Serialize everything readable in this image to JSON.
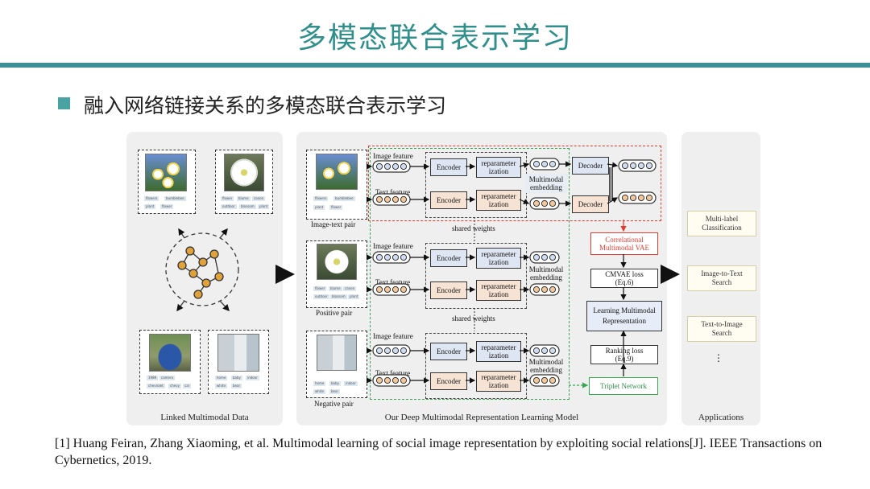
{
  "slide": {
    "title": "多模态联合表示学习",
    "subtitle": "融入网络链接关系的多模态联合表示学习",
    "reference": "[1] Huang Feiran, Zhang Xiaoming, et al. Multimodal learning of social image representation by exploiting social relations[J]. IEEE Transactions on Cybernetics, 2019."
  },
  "panels": {
    "left_caption": "Linked Multimodal Data",
    "middle_caption": "Our Deep Multimodal Representation Learning Model",
    "right_caption": "Applications"
  },
  "left_tags": {
    "daisy": [
      "flowers",
      "bumblebee",
      "plant",
      "flower"
    ],
    "anemone": [
      "flower",
      "blume",
      "canon",
      "outdoor",
      "blossom",
      "plant"
    ],
    "car": [
      "1989",
      "camero",
      "chevrolet",
      "chevy",
      "car"
    ],
    "room": [
      "home",
      "baby",
      "indoor",
      "white",
      "bear"
    ]
  },
  "pair_labels": {
    "image_text": "Image-text pair",
    "positive": "Positive pair",
    "negative": "Negative pair"
  },
  "model": {
    "image_feature": "Image feature",
    "text_feature": "Text feature",
    "encoder": "Encoder",
    "reparam_1": "reparameter",
    "reparam_2": "ization",
    "multimodal_1": "Multimodal",
    "multimodal_2": "embedding",
    "decoder": "Decoder",
    "shared_weights": "shared weights"
  },
  "right_chain": {
    "cvae": [
      "Correlational",
      "Multimodal VAE"
    ],
    "cmvae_loss": [
      "CMVAE loss",
      "(Eq.6)"
    ],
    "learning": [
      "Learning Multimodal",
      "Representation"
    ],
    "ranking": [
      "Ranking loss",
      "(Eq.9)"
    ],
    "triplet": "Triplet Network"
  },
  "applications": {
    "items": [
      [
        "Multi-label",
        "Classification"
      ],
      [
        "Image-to-Text",
        "Search"
      ],
      [
        "Text-to-Image",
        "Search"
      ]
    ],
    "more": "⋮"
  },
  "colors": {
    "title": "#2f8f8b",
    "rule": "#3b8f95",
    "red_dash": "#e23b2e",
    "green_dash": "#3aa655",
    "encoder_image": "#dfe6f3",
    "encoder_text": "#f6e3d4"
  }
}
